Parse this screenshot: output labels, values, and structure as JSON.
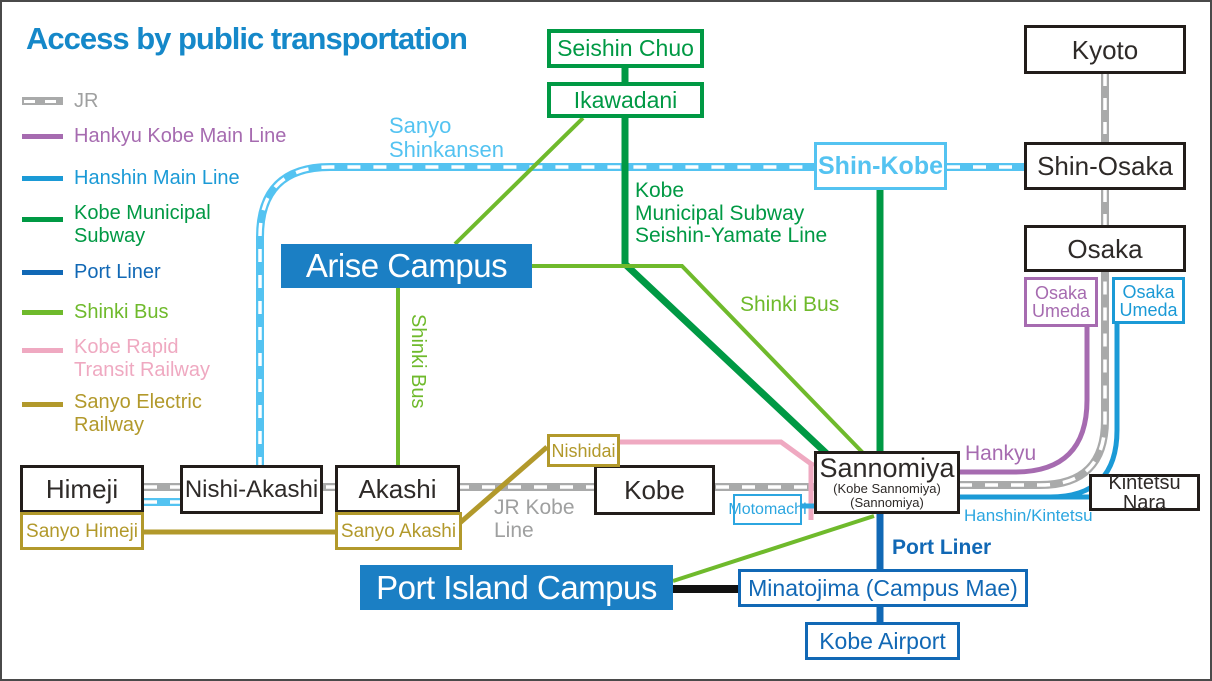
{
  "title": "Access by public transportation",
  "legend": {
    "items": [
      {
        "label": "JR",
        "color": "#9FA0A0",
        "style": "jr-dashed"
      },
      {
        "label": "Hankyu Kobe Main Line",
        "color": "#A66BB0",
        "style": "solid"
      },
      {
        "label": "Hanshin Main Line",
        "color": "#1B9AD6",
        "style": "solid"
      },
      {
        "label": "Kobe Municipal\nSubway",
        "color": "#009944",
        "style": "solid"
      },
      {
        "label": "Port Liner",
        "color": "#1168B5",
        "style": "solid"
      },
      {
        "label": "Shinki Bus",
        "color": "#6FBA2C",
        "style": "solid"
      },
      {
        "label": "Kobe Rapid\nTransit Railway",
        "color": "#EFA9C1",
        "style": "solid"
      },
      {
        "label": "Sanyo Electric\nRailway",
        "color": "#B2992B",
        "style": "solid"
      }
    ]
  },
  "stations": {
    "kyoto": "Kyoto",
    "shin_osaka": "Shin-Osaka",
    "osaka": "Osaka",
    "shin_kobe": "Shin-Kobe",
    "seishin_chuo": "Seishin Chuo",
    "ikawadani": "Ikawadani",
    "himeji": "Himeji",
    "nishi_akashi": "Nishi-Akashi",
    "akashi": "Akashi",
    "kobe": "Kobe",
    "sannomiya": "Sannomiya",
    "sannomiya_sub1": "(Kobe Sannomiya)",
    "sannomiya_sub2": "(Sannomiya)",
    "kintetsu_nara": "Kintetsu Nara",
    "motomachi": "Motomachi",
    "nishidai": "Nishidai",
    "sanyo_himeji": "Sanyo Himeji",
    "sanyo_akashi": "Sanyo Akashi",
    "osaka_umeda_hankyu": "Osaka\nUmeda",
    "osaka_umeda_hanshin": "Osaka\nUmeda",
    "minatojima": "Minatojima (Campus Mae)",
    "kobe_airport": "Kobe Airport"
  },
  "campuses": {
    "arise": "Arise Campus",
    "port_island": "Port Island Campus"
  },
  "line_labels": {
    "sanyo_shinkansen": "Sanyo\nShinkansen",
    "subway_seishin_yamate": "Kobe\nMunicipal Subway\nSeishin-Yamate Line",
    "shinki_bus_mid": "Shinki Bus",
    "shinki_bus_vertical": "Shinki Bus",
    "jr_kobe_line": "JR Kobe\nLine",
    "hankyu": "Hankyu",
    "hanshin_kintetsu": "Hanshin/Kintetsu",
    "port_liner": "Port Liner"
  },
  "colors": {
    "title_blue": "#1588C9",
    "jr_gray": "#A9AAAA",
    "shinkansen_blue": "#54C3F1",
    "hankyu_purple": "#A66BB0",
    "hanshin_blue": "#1B9AD6",
    "subway_green": "#009944",
    "port_liner_blue": "#1168B5",
    "shinki_bus_green": "#6FBA2C",
    "kobe_rapid_pink": "#EFA9C1",
    "sanyo_olive": "#B2992B",
    "campus_fill": "#1B7FC4",
    "station_border": "#221d1a"
  }
}
